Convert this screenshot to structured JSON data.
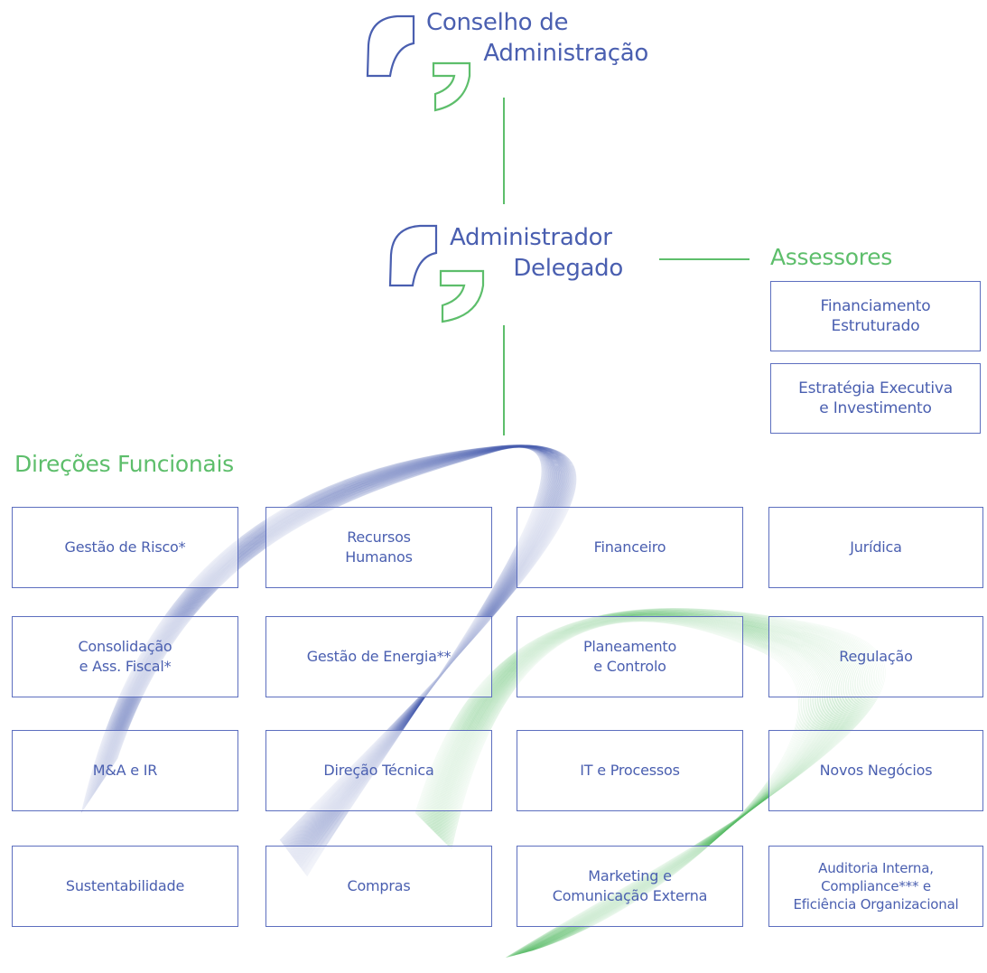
{
  "colors": {
    "blue": "#4a5fb0",
    "green": "#5dbe6b"
  },
  "top_node": {
    "line1": "Conselho de",
    "line2": "Administração"
  },
  "ceo_node": {
    "line1": "Administrador",
    "line2": "Delegado"
  },
  "assessores": {
    "title": "Assessores",
    "items": [
      "Financiamento\nEstruturado",
      "Estratégia Executiva\ne Investimento"
    ]
  },
  "functional": {
    "title": "Direções Funcionais",
    "boxes": [
      "Gestão de Risco*",
      "Recursos\nHumanos",
      "Financeiro",
      "Jurídica",
      "Consolidação\ne Ass. Fiscal*",
      "Gestão de Energia**",
      "Planeamento\ne Controlo",
      "Regulação",
      "M&A e IR",
      "Direção Técnica",
      "IT e Processos",
      "Novos Negócios",
      "Sustentabilidade",
      "Compras",
      "Marketing e\nComunicação Externa",
      "Auditoria Interna,\nCompliance*** e\nEficiência Organizacional"
    ]
  }
}
